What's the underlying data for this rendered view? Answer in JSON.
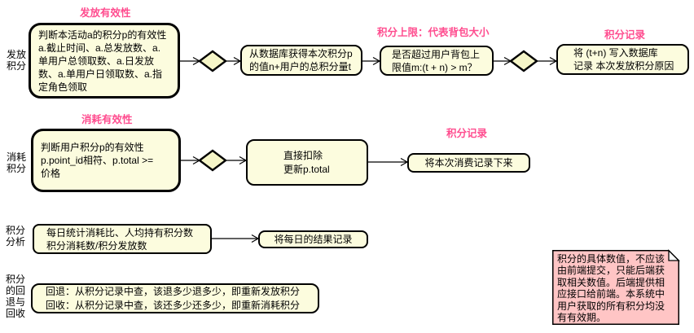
{
  "colors": {
    "box_fill": "#fcfcde",
    "diamond_fill": "#f6f6c8",
    "border": "#000000",
    "note_fill": "#ffc5c5",
    "annotation_pink": "#ff4d8f",
    "background": "#ffffff"
  },
  "row_issue": {
    "label": "发放\n积分",
    "tag_validity": "发放有效性",
    "step_check": "判断本活动a的积分p的有效性\na.截止时间、a.总发放数、a.\n单用户总领取数、a.日发放\n数、a.单用户日领取数、a.指\n定角色领取",
    "step_fetch": "从数据库获得本次积分p\n的值n+用户的总积分量t",
    "tag_limit": "积分上限：代表背包大小",
    "step_limit": "是否超过用户背包上\n限值m:(t + n) > m？",
    "tag_record": "积分记录",
    "step_record": "将 (t+n) 写入数据库\n记录 本次发放积分原因"
  },
  "row_consume": {
    "label": "消耗\n积分",
    "tag_validity": "消耗有效性",
    "step_check": "判断用户积分p的有效性\np.point_id相符、p.total >=\n价格",
    "step_deduct": "直接扣除\n更新p.total",
    "tag_record": "积分记录",
    "step_record": "将本次消费记录下来"
  },
  "row_analyze": {
    "label": "积分\n分析",
    "step_stat": "每日统计消耗比、人均持有积分数\n积分消耗数/积分发放数",
    "step_record": "将每日的结果记录"
  },
  "row_rollback": {
    "label": "积分\n的回\n退与\n回收",
    "step": "回退：从积分记录中查，该退多少退多少，即重新发放积分\n回收：从积分记录中查，该还多少还多少，即重新消耗积分"
  },
  "note": "积分的具体数值，不应该\n由前端提交，只能后端获\n取相关数值。后端提供相\n应接口给前端。本系统中\n用户获取的所有积分均没\n有有效期。"
}
